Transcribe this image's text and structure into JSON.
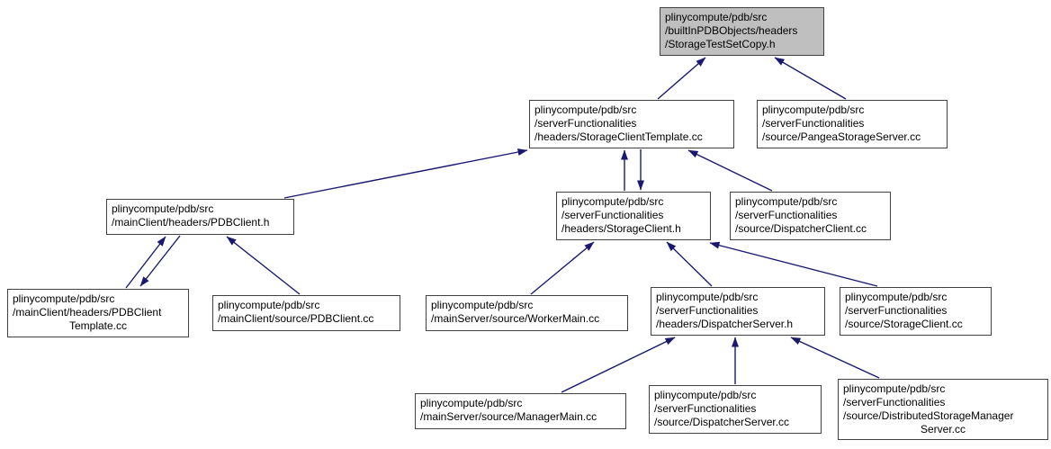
{
  "diagram": {
    "kind": "include-dependency-graph",
    "edge_color": "#191970",
    "node_fill": "#ffffff",
    "node_border": "#404040",
    "highlight_fill": "#bfbfbf",
    "nodes": [
      {
        "id": "storage-test-set-copy-h",
        "highlighted": true,
        "lines": [
          "plinycompute/pdb/src",
          "/builtInPDBObjects/headers",
          "/StorageTestSetCopy.h"
        ]
      },
      {
        "id": "storage-client-template-cc",
        "highlighted": false,
        "lines": [
          "plinycompute/pdb/src",
          "/serverFunctionalities",
          "/headers/StorageClientTemplate.cc"
        ]
      },
      {
        "id": "pangea-storage-server-cc",
        "highlighted": false,
        "lines": [
          "plinycompute/pdb/src",
          "/serverFunctionalities",
          "/source/PangeaStorageServer.cc"
        ]
      },
      {
        "id": "pdb-client-h",
        "highlighted": false,
        "lines": [
          "plinycompute/pdb/src",
          "/mainClient/headers/PDBClient.h"
        ]
      },
      {
        "id": "storage-client-h",
        "highlighted": false,
        "lines": [
          "plinycompute/pdb/src",
          "/serverFunctionalities",
          "/headers/StorageClient.h"
        ]
      },
      {
        "id": "dispatcher-client-cc",
        "highlighted": false,
        "lines": [
          "plinycompute/pdb/src",
          "/serverFunctionalities",
          "/source/DispatcherClient.cc"
        ]
      },
      {
        "id": "pdb-client-template-cc",
        "highlighted": false,
        "lines": [
          "plinycompute/pdb/src",
          "/mainClient/headers/PDBClient",
          "Template.cc"
        ]
      },
      {
        "id": "pdb-client-cc",
        "highlighted": false,
        "lines": [
          "plinycompute/pdb/src",
          "/mainClient/source/PDBClient.cc"
        ]
      },
      {
        "id": "worker-main-cc",
        "highlighted": false,
        "lines": [
          "plinycompute/pdb/src",
          "/mainServer/source/WorkerMain.cc"
        ]
      },
      {
        "id": "dispatcher-server-h",
        "highlighted": false,
        "lines": [
          "plinycompute/pdb/src",
          "/serverFunctionalities",
          "/headers/DispatcherServer.h"
        ]
      },
      {
        "id": "storage-client-cc",
        "highlighted": false,
        "lines": [
          "plinycompute/pdb/src",
          "/serverFunctionalities",
          "/source/StorageClient.cc"
        ]
      },
      {
        "id": "manager-main-cc",
        "highlighted": false,
        "lines": [
          "plinycompute/pdb/src",
          "/mainServer/source/ManagerMain.cc"
        ]
      },
      {
        "id": "dispatcher-server-cc",
        "highlighted": false,
        "lines": [
          "plinycompute/pdb/src",
          "/serverFunctionalities",
          "/source/DispatcherServer.cc"
        ]
      },
      {
        "id": "distributed-storage-manager-server-cc",
        "highlighted": false,
        "lines": [
          "plinycompute/pdb/src",
          "/serverFunctionalities",
          "/source/DistributedStorageManager",
          "Server.cc"
        ]
      }
    ],
    "edges": [
      {
        "from": "storage-client-template-cc",
        "to": "storage-test-set-copy-h"
      },
      {
        "from": "pangea-storage-server-cc",
        "to": "storage-test-set-copy-h"
      },
      {
        "from": "pdb-client-h",
        "to": "storage-client-template-cc"
      },
      {
        "from": "storage-client-h",
        "to": "storage-client-template-cc"
      },
      {
        "from": "storage-client-template-cc",
        "to": "storage-client-h"
      },
      {
        "from": "dispatcher-client-cc",
        "to": "storage-client-template-cc"
      },
      {
        "from": "pdb-client-template-cc",
        "to": "pdb-client-h"
      },
      {
        "from": "pdb-client-h",
        "to": "pdb-client-template-cc"
      },
      {
        "from": "pdb-client-cc",
        "to": "pdb-client-h"
      },
      {
        "from": "worker-main-cc",
        "to": "storage-client-h"
      },
      {
        "from": "dispatcher-server-h",
        "to": "storage-client-h"
      },
      {
        "from": "storage-client-cc",
        "to": "storage-client-h"
      },
      {
        "from": "manager-main-cc",
        "to": "dispatcher-server-h"
      },
      {
        "from": "dispatcher-server-cc",
        "to": "dispatcher-server-h"
      },
      {
        "from": "distributed-storage-manager-server-cc",
        "to": "dispatcher-server-h"
      }
    ]
  }
}
